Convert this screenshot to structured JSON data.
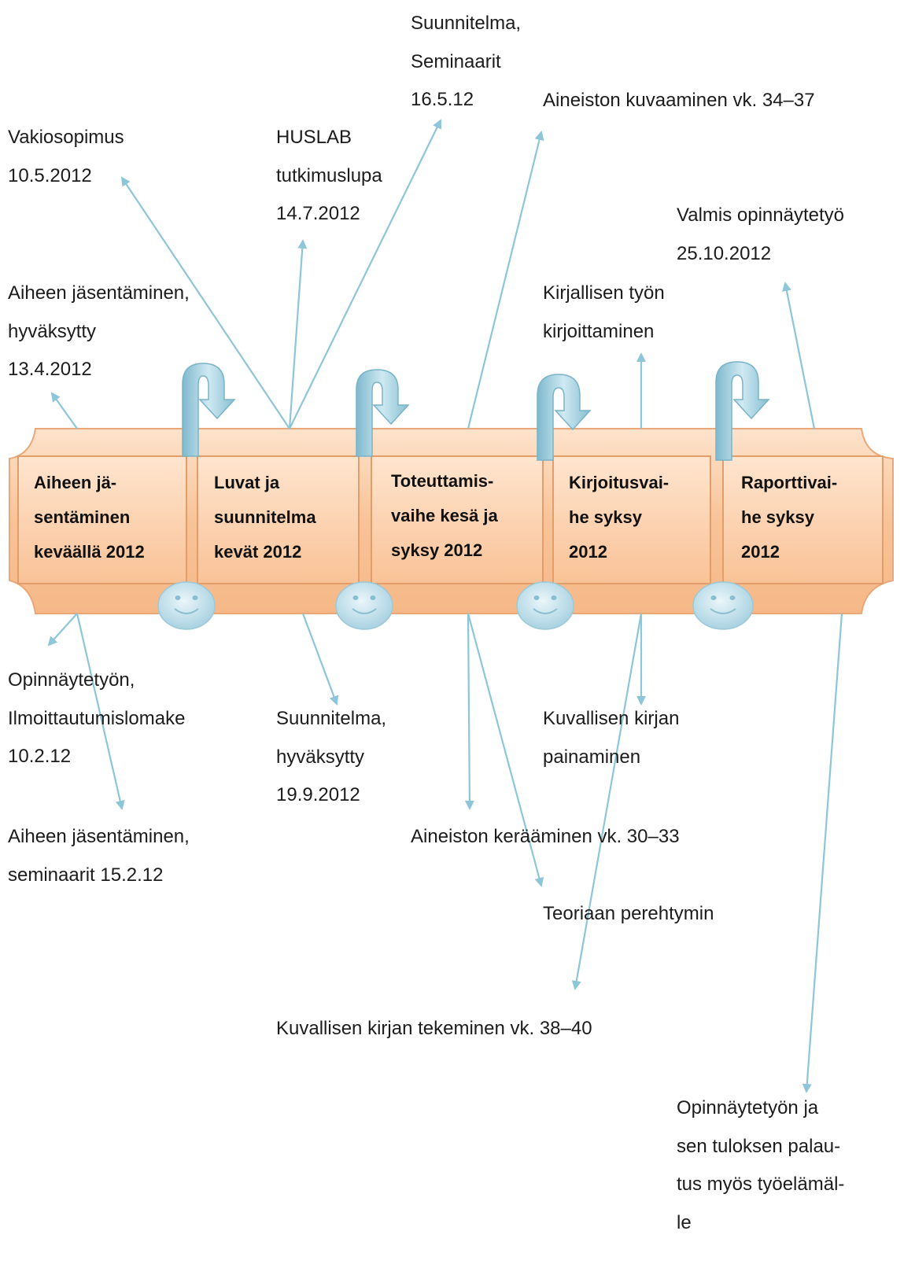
{
  "stages": [
    {
      "lines": [
        "Aiheen jä-",
        "sentäminen",
        "keväällä 2012"
      ]
    },
    {
      "lines": [
        "Luvat ja",
        "suunnitelma",
        "kevät 2012"
      ]
    },
    {
      "lines": [
        "Toteuttamis-",
        "vaihe kesä ja",
        "syksy 2012"
      ]
    },
    {
      "lines": [
        "Kirjoitusvai-",
        "he syksy",
        "2012"
      ]
    },
    {
      "lines": [
        "Raporttivai-",
        "he syksy",
        "2012"
      ]
    }
  ],
  "milestones_above": {
    "seminar_plan": [
      "Suunnitelma,",
      "Seminaarit",
      "16.5.12"
    ],
    "data_description": [
      "Aineiston kuvaaminen vk. 34–37"
    ],
    "standard_agreement": [
      "Vakiosopimus",
      "10.5.2012"
    ],
    "huslab_permit": [
      "HUSLAB",
      "tutkimuslupa",
      "14.7.2012"
    ],
    "thesis_ready": [
      "Valmis opinnäytetyö",
      "25.10.2012"
    ],
    "topic_approved": [
      "Aiheen jäsentäminen,",
      "hyväksytty",
      "13.4.2012"
    ],
    "written_work": [
      "Kirjallisen työn",
      "kirjoittaminen"
    ]
  },
  "milestones_below": {
    "registration_form": [
      "Opinnäytetyön,",
      "Ilmoittautumislomake",
      "10.2.12"
    ],
    "plan_approved": [
      "Suunnitelma,",
      "hyväksytty",
      "19.9.2012"
    ],
    "book_printing": [
      "Kuvallisen kirjan",
      "painaminen"
    ],
    "topic_seminars": [
      "Aiheen jäsentäminen,",
      "seminaarit 15.2.12"
    ],
    "data_collection": [
      "Aineiston kerääminen vk. 30–33"
    ],
    "theory": [
      "Teoriaan perehtymin"
    ],
    "book_making": [
      "Kuvallisen kirjan tekeminen vk. 38–40"
    ],
    "return": [
      "Opinnäytetyön ja",
      "sen tuloksen palau-",
      "tus myös työelämäl-",
      "le"
    ]
  },
  "colors": {
    "arrow": "#8cc6d8",
    "band_light": "#fde3cc",
    "band_dark": "#f3b27f",
    "box_fill": "#fbc79e",
    "box_border": "#e29c66",
    "connector": "#a9d6e6",
    "smiley": "#cfe8f1"
  }
}
